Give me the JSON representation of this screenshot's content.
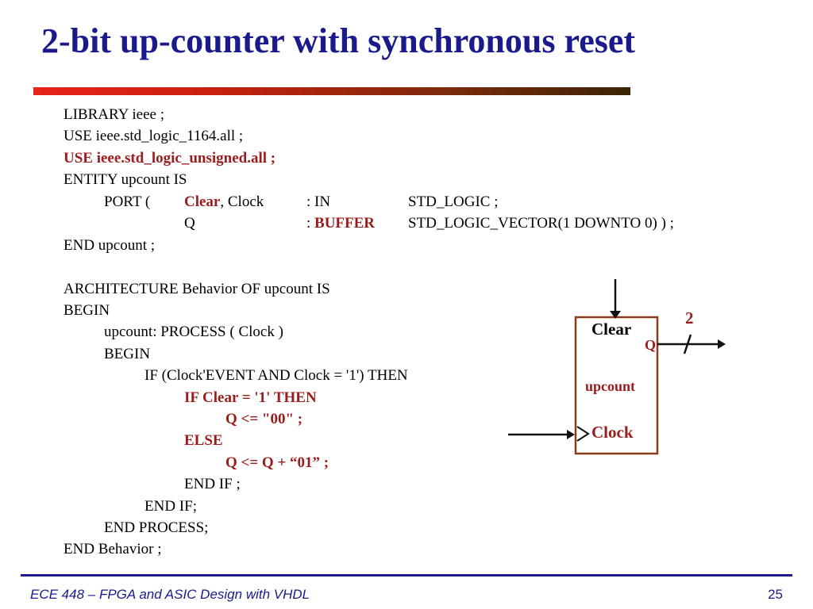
{
  "slide": {
    "title": "2-bit up-counter with synchronous reset",
    "footer_course": "ECE 448 – FPGA and ASIC Design with VHDL",
    "page_number": "25"
  },
  "code": {
    "l1": "LIBRARY ieee ;",
    "l2": "USE ieee.std_logic_1164.all ;",
    "l3": "USE ieee.std_logic_unsigned.all ;",
    "l4": "ENTITY upcount IS",
    "l5_a": "PORT (",
    "l5_b": "Clear",
    "l5_c": ", Clock",
    "l5_d": ": IN",
    "l5_e": "STD_LOGIC ;",
    "l6_a": "Q",
    "l6_b": ": ",
    "l6_c": "BUFFER",
    "l6_d": "STD_LOGIC_VECTOR(1 DOWNTO 0) ) ;",
    "l7": "END upcount ;",
    "l9": "ARCHITECTURE Behavior OF upcount IS",
    "l10": "BEGIN",
    "l11": "upcount: PROCESS ( Clock )",
    "l12": "BEGIN",
    "l13": "IF (Clock'EVENT AND Clock = '1') THEN",
    "l14": "IF Clear = '1' THEN",
    "l15": "Q <= \"00\" ;",
    "l16": "ELSE",
    "l17": "Q <= Q + “01” ;",
    "l18": "END IF ;",
    "l19": "END IF;",
    "l20": "END PROCESS;",
    "l21": "END Behavior ;"
  },
  "diagram": {
    "clear_label": "Clear",
    "q_label": "Q",
    "bus_width": "2",
    "block_name": "upcount",
    "clock_label": "Clock"
  }
}
